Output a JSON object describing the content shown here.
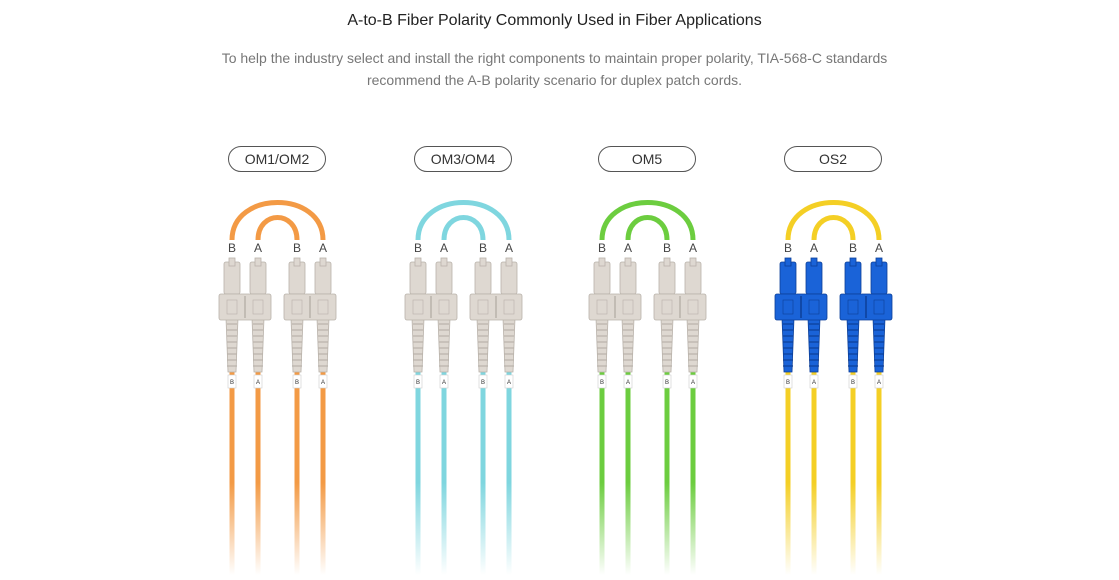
{
  "header": {
    "title": "A-to-B Fiber Polarity Commonly Used in Fiber Applications",
    "subtitle": "To help the industry select and install the right components to maintain proper polarity, TIA-568-C standards recommend the A-B polarity scenario for duplex patch cords."
  },
  "fiber_types": [
    {
      "label": "OM1/OM2",
      "cable_color": "#f39a45",
      "connector": "beige"
    },
    {
      "label": "OM3/OM4",
      "cable_color": "#7fd6df",
      "connector": "beige"
    },
    {
      "label": "OM5",
      "cable_color": "#6ccd3f",
      "connector": "beige"
    },
    {
      "label": "OS2",
      "cable_color": "#f4cf25",
      "connector": "blue"
    }
  ],
  "polarity_labels": [
    "B",
    "A",
    "B",
    "A"
  ],
  "colors": {
    "beige_body": "#ded8d1",
    "beige_shade": "#b9b2aa",
    "blue_body": "#1a63d8",
    "blue_shade": "#0c3f98"
  }
}
